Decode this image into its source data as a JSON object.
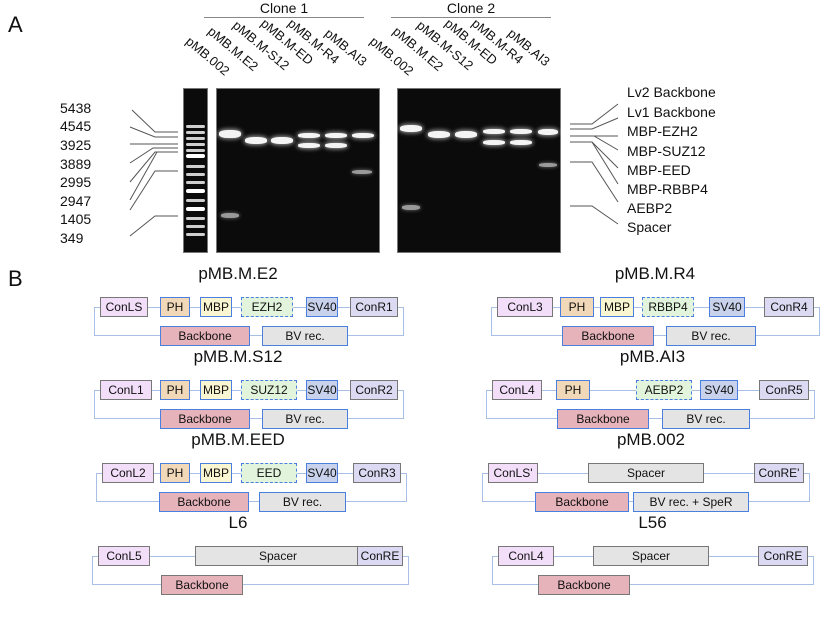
{
  "panels": {
    "a_label": "A",
    "b_label": "B"
  },
  "gel": {
    "clones": [
      {
        "label": "Clone 1",
        "lanes": [
          "pMB.002",
          "pMB.M.E2",
          "pMB.M-S12",
          "pMB.M-ED",
          "pMB.M-R4",
          "pMB.AI3"
        ]
      },
      {
        "label": "Clone 2",
        "lanes": [
          "pMB.002",
          "pMB.M.E2",
          "pMB.M-S12",
          "pMB.M-ED",
          "pMB.M-R4",
          "pMB.AI3"
        ]
      }
    ],
    "ladder_sizes": [
      "5438",
      "4545",
      "3925",
      "3889",
      "2995",
      "2947",
      "1405",
      "349"
    ],
    "fragment_labels": [
      "Lv2 Backbone",
      "Lv1 Backbone",
      "MBP-EZH2",
      "MBP-SUZ12",
      "MBP-EED",
      "MBP-RBBP4",
      "AEBP2",
      "Spacer"
    ]
  },
  "constructs": [
    {
      "title": "pMB.M.E2",
      "left": "ConLS",
      "parts": [
        "PH",
        "MBP",
        "EZH2",
        "SV40"
      ],
      "right": "ConR1",
      "bottom": [
        "Backbone",
        "BV rec."
      ]
    },
    {
      "title": "pMB.M.S12",
      "left": "ConL1",
      "parts": [
        "PH",
        "MBP",
        "SUZ12",
        "SV40"
      ],
      "right": "ConR2",
      "bottom": [
        "Backbone",
        "BV rec."
      ]
    },
    {
      "title": "pMB.M.EED",
      "left": "ConL2",
      "parts": [
        "PH",
        "MBP",
        "EED",
        "SV40"
      ],
      "right": "ConR3",
      "bottom": [
        "Backbone",
        "BV rec."
      ]
    },
    {
      "title": "L6",
      "left": "ConL5",
      "parts": [
        "Spacer"
      ],
      "right": "ConRE",
      "bottom": [
        "Backbone"
      ]
    },
    {
      "title": "pMB.M.R4",
      "left": "ConL3",
      "parts": [
        "PH",
        "MBP",
        "RBBP4",
        "SV40"
      ],
      "right": "ConR4",
      "bottom": [
        "Backbone",
        "BV rec."
      ]
    },
    {
      "title": "pMB.AI3",
      "left": "ConL4",
      "parts": [
        "PH",
        "AEBP2",
        "SV40"
      ],
      "right": "ConR5",
      "bottom": [
        "Backbone",
        "BV rec."
      ]
    },
    {
      "title": "pMB.002",
      "left": "ConLS'",
      "parts": [
        "Spacer"
      ],
      "right": "ConRE'",
      "bottom": [
        "Backbone",
        "BV rec. + SpeR"
      ]
    },
    {
      "title": "L56",
      "left": "ConL4",
      "parts": [
        "Spacer"
      ],
      "right": "ConRE",
      "bottom": [
        "Backbone"
      ]
    }
  ],
  "colors": {
    "con_left": "#f3defa",
    "con_right": "#dcdaf3",
    "ph": "#f0d8b8",
    "mbp": "#fbf6d2",
    "gene": "#e2f5dc",
    "sv40": "#c9d2ec",
    "backbone": "#e6b3ba",
    "bvrec": "#e4e4e4",
    "spacer": "#e4e4e4"
  }
}
